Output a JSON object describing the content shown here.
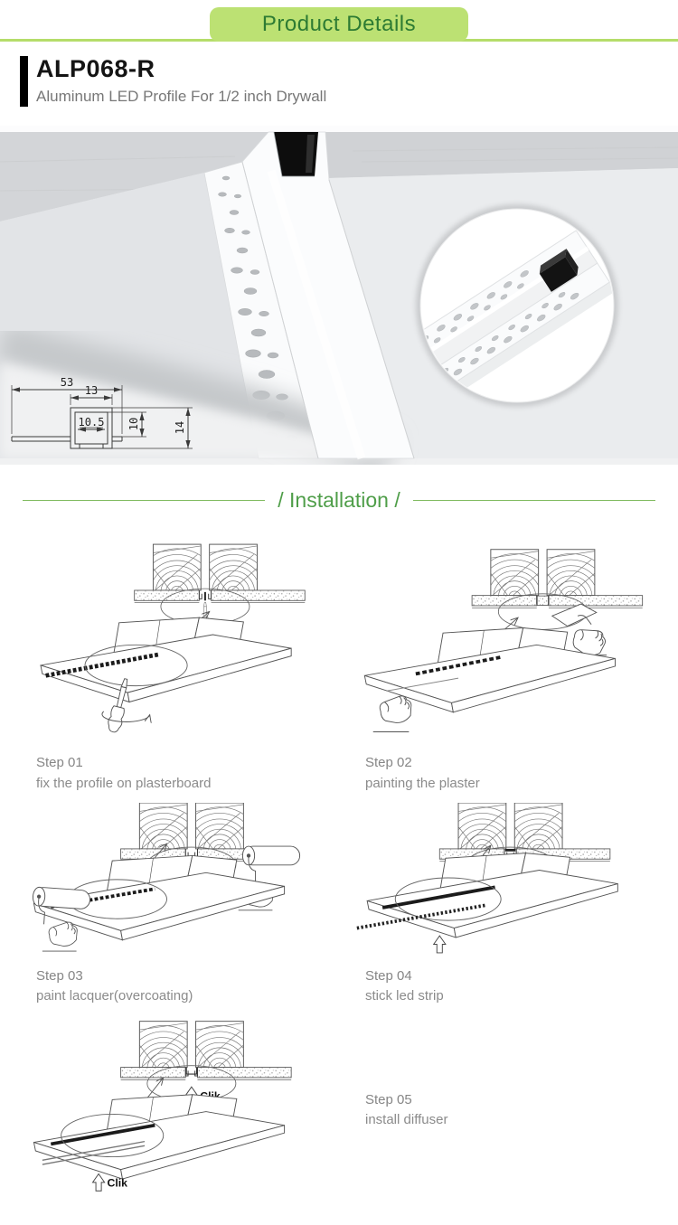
{
  "banner": {
    "label": "Product Details"
  },
  "product": {
    "code": "ALP068-R",
    "subtitle": "Aluminum LED Profile For 1/2 inch Drywall"
  },
  "drawing": {
    "total_width": "53",
    "channel_outer_width": "13",
    "channel_inner_width": "10.5",
    "channel_depth": "10",
    "profile_height": "14"
  },
  "installation": {
    "heading": "/ Installation /",
    "clik_label": "Clik"
  },
  "steps": [
    {
      "label": "Step 01",
      "description": "fix the profile on plasterboard"
    },
    {
      "label": "Step 02",
      "description": "painting the plaster"
    },
    {
      "label": "Step 03",
      "description": "paint lacquer(overcoating)"
    },
    {
      "label": "Step 04",
      "description": "stick led strip"
    },
    {
      "label": "Step 05",
      "description": "install diffuser"
    }
  ],
  "colors": {
    "banner_bg": "#bce173",
    "banner_text": "#2d7b33",
    "accent_line": "#b5dd6a",
    "installation_green": "#4f9e49",
    "caption_gray": "#8b8b8b",
    "render_bg": "#e9eaec"
  }
}
